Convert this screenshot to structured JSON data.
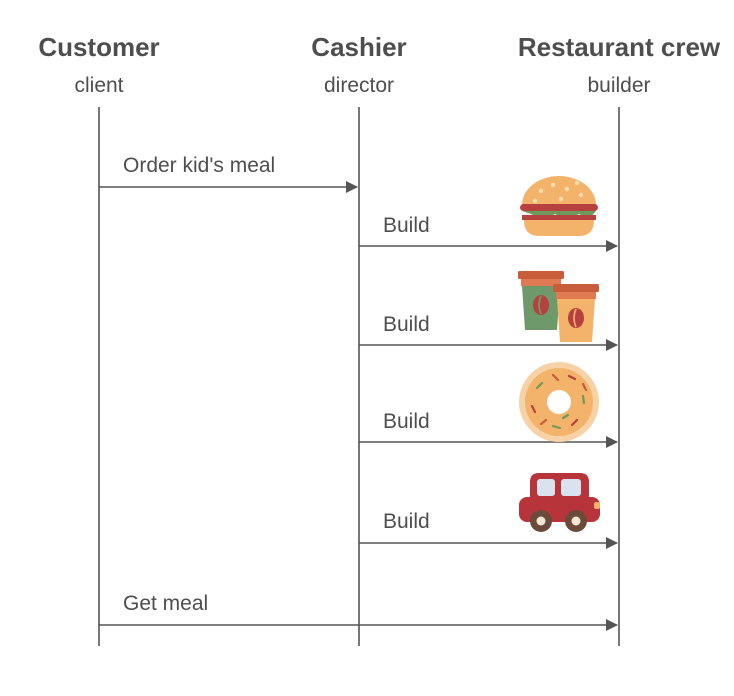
{
  "actors": [
    {
      "name": "Customer",
      "role": "client"
    },
    {
      "name": "Cashier",
      "role": "director"
    },
    {
      "name": "Restaurant crew",
      "role": "builder"
    }
  ],
  "messages": [
    {
      "label": "Order kid's meal",
      "from": 0,
      "to": 1,
      "icon": null
    },
    {
      "label": "Build",
      "from": 1,
      "to": 2,
      "icon": "burger-icon"
    },
    {
      "label": "Build",
      "from": 1,
      "to": 2,
      "icon": "drinks-icon"
    },
    {
      "label": "Build",
      "from": 1,
      "to": 2,
      "icon": "donut-icon"
    },
    {
      "label": "Build",
      "from": 1,
      "to": 2,
      "icon": "toy-car-icon"
    },
    {
      "label": "Get meal",
      "from": 0,
      "to": 2,
      "icon": null
    }
  ],
  "colors": {
    "text": "#4e4e4e",
    "line": "#555555",
    "bun": "#f3b36b",
    "patty": "#b7413e",
    "lettuce": "#6e9a5b",
    "cup_green": "#6e9a6b",
    "cup_orange": "#f3b36b",
    "cup_lid": "#c85d3b",
    "car_body": "#b7343a",
    "car_window": "#d9e3f0"
  }
}
